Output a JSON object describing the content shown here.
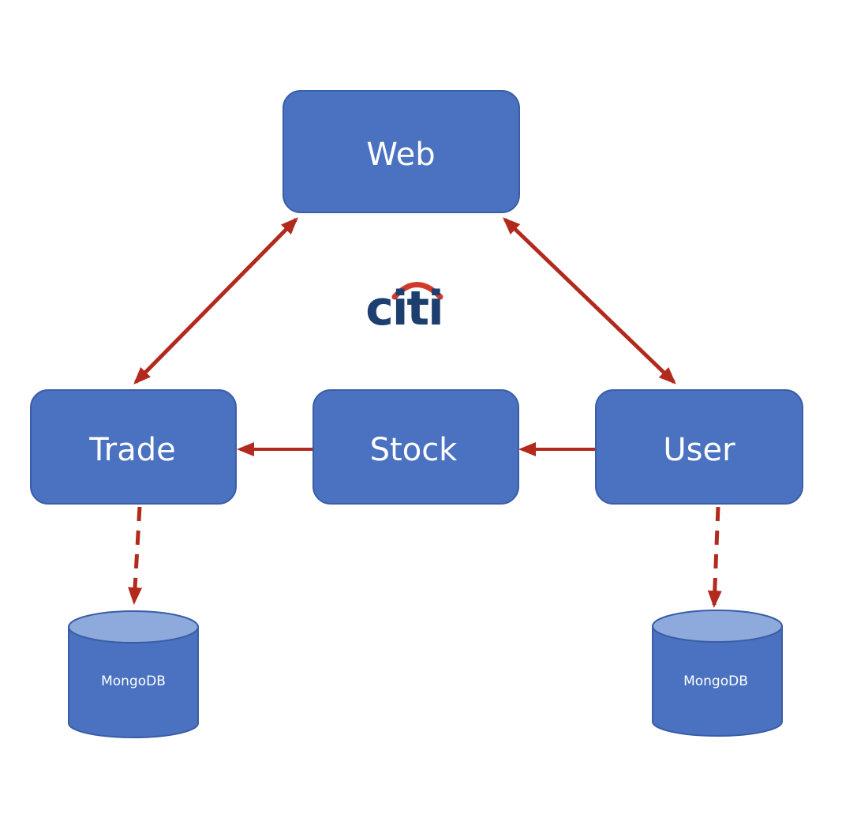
{
  "nodes": {
    "web": "Web",
    "trade": "Trade",
    "stock": "Stock",
    "user": "User"
  },
  "databases": {
    "trade_db": "MongoDB",
    "user_db": "MongoDB"
  },
  "logo": {
    "text": "citi",
    "icon": "citi-arc-logo"
  },
  "colors": {
    "node_fill": "#4a72c0",
    "node_stroke": "#3a5ea6",
    "db_top": "#8ea9db",
    "arrow": "#b22a1d",
    "logo_text": "#1c3f70",
    "logo_arc": "#d03a2b"
  }
}
